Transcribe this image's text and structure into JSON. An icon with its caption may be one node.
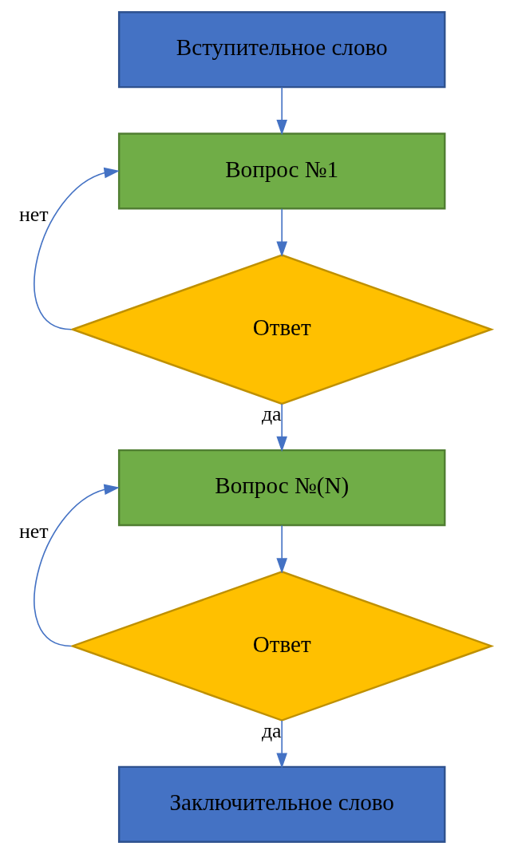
{
  "diagram": {
    "nodes": [
      {
        "text": [
          "Вступительное слово"
        ]
      },
      {
        "text": [
          "Вопрос №1"
        ]
      },
      {
        "text": [
          "Ответ"
        ]
      },
      {
        "text": [
          "Вопрос №(N)"
        ]
      },
      {
        "text": [
          "Ответ"
        ]
      },
      {
        "text": [
          "Заключительное слово"
        ]
      }
    ],
    "edges": [
      {
        "from": 0,
        "to": 1,
        "arrow": "to"
      },
      {
        "from": 1,
        "to": 2,
        "arrow": "to"
      },
      {
        "from": 2,
        "to": 1,
        "arrow": "to",
        "label": "нет"
      },
      {
        "from": 2,
        "to": 3,
        "arrow": "to",
        "label": "да"
      },
      {
        "from": 3,
        "to": 4,
        "arrow": "to"
      },
      {
        "from": 4,
        "to": 3,
        "arrow": "to",
        "label": "нет"
      },
      {
        "from": 4,
        "to": 5,
        "arrow": "to",
        "label": "да"
      }
    ]
  }
}
